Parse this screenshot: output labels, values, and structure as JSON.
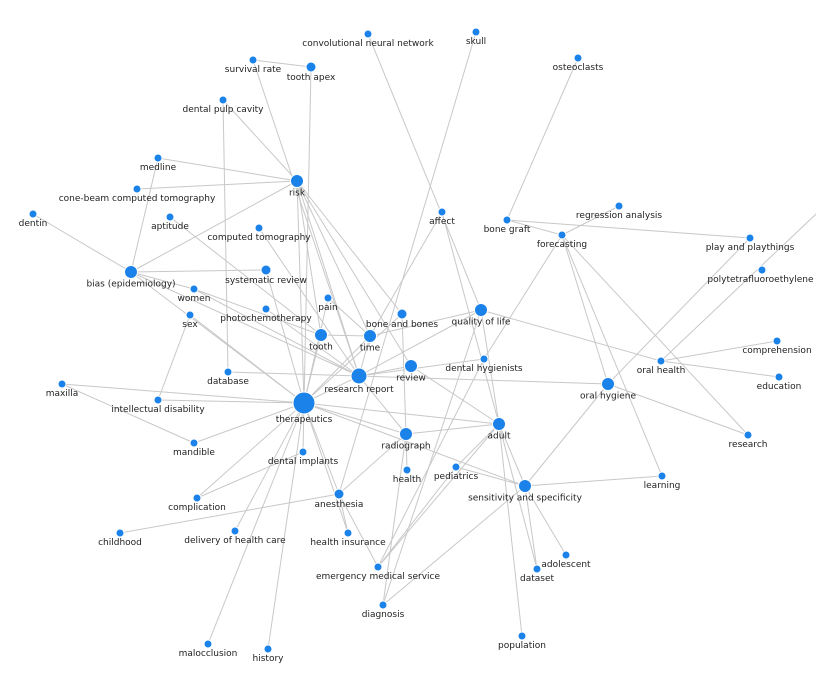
{
  "colors": {
    "node": "#1a82e8",
    "edge": "#c8c8c8",
    "label": "#222222"
  },
  "nodes": [
    {
      "id": "convolutional-neural-network",
      "label": "convolutional neural network",
      "size": 1
    },
    {
      "id": "skull",
      "label": "skull",
      "size": 1
    },
    {
      "id": "osteoclasts",
      "label": "osteoclasts",
      "size": 1
    },
    {
      "id": "survival-rate",
      "label": "survival rate",
      "size": 1
    },
    {
      "id": "tooth-apex",
      "label": "tooth apex",
      "size": 2
    },
    {
      "id": "dental-pulp-cavity",
      "label": "dental pulp cavity",
      "size": 1
    },
    {
      "id": "medline",
      "label": "medline",
      "size": 1
    },
    {
      "id": "risk",
      "label": "risk",
      "size": 3
    },
    {
      "id": "cone-beam-computed-tomography",
      "label": "cone-beam computed tomography",
      "size": 1
    },
    {
      "id": "dentin",
      "label": "dentin",
      "size": 1
    },
    {
      "id": "aptitude",
      "label": "aptitude",
      "size": 1
    },
    {
      "id": "computed-tomography",
      "label": "computed tomography",
      "size": 1
    },
    {
      "id": "affect",
      "label": "affect",
      "size": 1
    },
    {
      "id": "bone-graft",
      "label": "bone graft",
      "size": 1
    },
    {
      "id": "regression-analysis",
      "label": "regression analysis",
      "size": 1
    },
    {
      "id": "forecasting",
      "label": "forecasting",
      "size": 1
    },
    {
      "id": "play-and-playthings",
      "label": "play and playthings",
      "size": 1
    },
    {
      "id": "polytetrafluoroethylene",
      "label": "polytetrafluoroethylene",
      "size": 1
    },
    {
      "id": "bias-epidemiology",
      "label": "bias (epidemiology)",
      "size": 3
    },
    {
      "id": "systematic-review",
      "label": "systematic review",
      "size": 2
    },
    {
      "id": "women",
      "label": "women",
      "size": 1
    },
    {
      "id": "pain",
      "label": "pain",
      "size": 1
    },
    {
      "id": "photochemotherapy",
      "label": "photochemotherapy",
      "size": 1
    },
    {
      "id": "sex",
      "label": "sex",
      "size": 1
    },
    {
      "id": "bone-and-bones",
      "label": "bone and bones",
      "size": 2
    },
    {
      "id": "quality-of-life",
      "label": "quality of life",
      "size": 3
    },
    {
      "id": "tooth",
      "label": "tooth",
      "size": 3
    },
    {
      "id": "time",
      "label": "time",
      "size": 3
    },
    {
      "id": "dental-hygienists",
      "label": "dental hygienists",
      "size": 1
    },
    {
      "id": "comprehension",
      "label": "comprehension",
      "size": 1
    },
    {
      "id": "oral-health",
      "label": "oral health",
      "size": 1
    },
    {
      "id": "database",
      "label": "database",
      "size": 1
    },
    {
      "id": "review",
      "label": "review",
      "size": 3
    },
    {
      "id": "research-report",
      "label": "research report",
      "size": 4
    },
    {
      "id": "education",
      "label": "education",
      "size": 1
    },
    {
      "id": "maxilla",
      "label": "maxilla",
      "size": 1
    },
    {
      "id": "oral-hygiene",
      "label": "oral hygiene",
      "size": 3
    },
    {
      "id": "intellectual-disability",
      "label": "intellectual disability",
      "size": 1
    },
    {
      "id": "therapeutics",
      "label": "therapeutics",
      "size": 5
    },
    {
      "id": "research",
      "label": "research",
      "size": 1
    },
    {
      "id": "adult",
      "label": "adult",
      "size": 3
    },
    {
      "id": "mandible",
      "label": "mandible",
      "size": 1
    },
    {
      "id": "radiograph",
      "label": "radiograph",
      "size": 3
    },
    {
      "id": "dental-implants",
      "label": "dental implants",
      "size": 1
    },
    {
      "id": "health",
      "label": "health",
      "size": 1
    },
    {
      "id": "pediatrics",
      "label": "pediatrics",
      "size": 1
    },
    {
      "id": "learning",
      "label": "learning",
      "size": 1
    },
    {
      "id": "sensitivity-and-specificity",
      "label": "sensitivity and specificity",
      "size": 3
    },
    {
      "id": "complication",
      "label": "complication",
      "size": 1
    },
    {
      "id": "anesthesia",
      "label": "anesthesia",
      "size": 2
    },
    {
      "id": "childhood",
      "label": "childhood",
      "size": 1
    },
    {
      "id": "delivery-of-health-care",
      "label": "delivery of health care",
      "size": 1
    },
    {
      "id": "health-insurance",
      "label": "health insurance",
      "size": 1
    },
    {
      "id": "adolescent",
      "label": "adolescent",
      "size": 1
    },
    {
      "id": "emergency-medical-service",
      "label": "emergency medical service",
      "size": 1
    },
    {
      "id": "dataset",
      "label": "dataset",
      "size": 1
    },
    {
      "id": "diagnosis",
      "label": "diagnosis",
      "size": 1
    },
    {
      "id": "population",
      "label": "population",
      "size": 1
    },
    {
      "id": "malocclusion",
      "label": "malocclusion",
      "size": 1
    },
    {
      "id": "history",
      "label": "history",
      "size": 1
    }
  ],
  "edges": [
    [
      "convolutional-neural-network",
      "quality-of-life"
    ],
    [
      "skull",
      "anesthesia"
    ],
    [
      "osteoclasts",
      "bone-graft"
    ],
    [
      "survival-rate",
      "tooth-apex"
    ],
    [
      "survival-rate",
      "research-report"
    ],
    [
      "tooth-apex",
      "therapeutics"
    ],
    [
      "dental-pulp-cavity",
      "risk"
    ],
    [
      "dental-pulp-cavity",
      "database"
    ],
    [
      "medline",
      "risk"
    ],
    [
      "medline",
      "bias-epidemiology"
    ],
    [
      "cone-beam-computed-tomography",
      "risk"
    ],
    [
      "dentin",
      "bias-epidemiology"
    ],
    [
      "aptitude",
      "tooth"
    ],
    [
      "computed-tomography",
      "research-report"
    ],
    [
      "risk",
      "bias-epidemiology"
    ],
    [
      "risk",
      "therapeutics"
    ],
    [
      "risk",
      "research-report"
    ],
    [
      "risk",
      "time"
    ],
    [
      "risk",
      "review"
    ],
    [
      "affect",
      "time"
    ],
    [
      "affect",
      "adult"
    ],
    [
      "bone-graft",
      "forecasting"
    ],
    [
      "bone-graft",
      "play-and-playthings"
    ],
    [
      "regression-analysis",
      "forecasting"
    ],
    [
      "forecasting",
      "dental-hygienists"
    ],
    [
      "forecasting",
      "oral-hygiene"
    ],
    [
      "forecasting",
      "research"
    ],
    [
      "forecasting",
      "learning"
    ],
    [
      "bias-epidemiology",
      "systematic-review"
    ],
    [
      "bias-epidemiology",
      "therapeutics"
    ],
    [
      "bias-epidemiology",
      "women"
    ],
    [
      "bias-epidemiology",
      "research-report"
    ],
    [
      "women",
      "tooth"
    ],
    [
      "women",
      "research-report"
    ],
    [
      "systematic-review",
      "therapeutics"
    ],
    [
      "pain",
      "therapeutics"
    ],
    [
      "pain",
      "time"
    ],
    [
      "photochemotherapy",
      "research-report"
    ],
    [
      "sex",
      "therapeutics"
    ],
    [
      "sex",
      "intellectual-disability"
    ],
    [
      "bone-and-bones",
      "therapeutics"
    ],
    [
      "bone-and-bones",
      "risk"
    ],
    [
      "bone-and-bones",
      "radiograph"
    ],
    [
      "quality-of-life",
      "time"
    ],
    [
      "quality-of-life",
      "research-report"
    ],
    [
      "quality-of-life",
      "oral-health"
    ],
    [
      "quality-of-life",
      "adult"
    ],
    [
      "quality-of-life",
      "diagnosis"
    ],
    [
      "tooth",
      "therapeutics"
    ],
    [
      "tooth",
      "time"
    ],
    [
      "tooth",
      "risk"
    ],
    [
      "time",
      "therapeutics"
    ],
    [
      "time",
      "research-report"
    ],
    [
      "dental-hygienists",
      "research-report"
    ],
    [
      "dental-hygienists",
      "emergency-medical-service"
    ],
    [
      "oral-health",
      "comprehension"
    ],
    [
      "oral-health",
      "education"
    ],
    [
      "oral-hygiene",
      "research"
    ],
    [
      "oral-hygiene",
      "research-report"
    ],
    [
      "oral-hygiene",
      "play-and-playthings"
    ],
    [
      "oral-hygiene",
      "sensitivity-and-specificity"
    ],
    [
      "database",
      "research-report"
    ],
    [
      "review",
      "adult"
    ],
    [
      "review",
      "research-report"
    ],
    [
      "research-report",
      "therapeutics"
    ],
    [
      "research-report",
      "radiograph"
    ],
    [
      "maxilla",
      "therapeutics"
    ],
    [
      "maxilla",
      "mandible"
    ],
    [
      "intellectual-disability",
      "therapeutics"
    ],
    [
      "therapeutics",
      "mandible"
    ],
    [
      "therapeutics",
      "radiograph"
    ],
    [
      "therapeutics",
      "adult"
    ],
    [
      "therapeutics",
      "dental-implants"
    ],
    [
      "therapeutics",
      "anesthesia"
    ],
    [
      "therapeutics",
      "complication"
    ],
    [
      "therapeutics",
      "delivery-of-health-care"
    ],
    [
      "therapeutics",
      "malocclusion"
    ],
    [
      "therapeutics",
      "history"
    ],
    [
      "therapeutics",
      "health-insurance"
    ],
    [
      "therapeutics",
      "sensitivity-and-specificity"
    ],
    [
      "radiograph",
      "adult"
    ],
    [
      "radiograph",
      "health"
    ],
    [
      "radiograph",
      "diagnosis"
    ],
    [
      "radiograph",
      "anesthesia"
    ],
    [
      "adult",
      "sensitivity-and-specificity"
    ],
    [
      "adult",
      "dataset"
    ],
    [
      "adult",
      "population"
    ],
    [
      "adult",
      "pediatrics"
    ],
    [
      "adult",
      "emergency-medical-service"
    ],
    [
      "pediatrics",
      "sensitivity-and-specificity"
    ],
    [
      "pediatrics",
      "emergency-medical-service"
    ],
    [
      "sensitivity-and-specificity",
      "learning"
    ],
    [
      "sensitivity-and-specificity",
      "adolescent"
    ],
    [
      "sensitivity-and-specificity",
      "dataset"
    ],
    [
      "sensitivity-and-specificity",
      "diagnosis"
    ],
    [
      "dental-implants",
      "complication"
    ],
    [
      "anesthesia",
      "childhood"
    ],
    [
      "anesthesia",
      "emergency-medical-service"
    ],
    [
      "anesthesia",
      "health-insurance"
    ]
  ]
}
